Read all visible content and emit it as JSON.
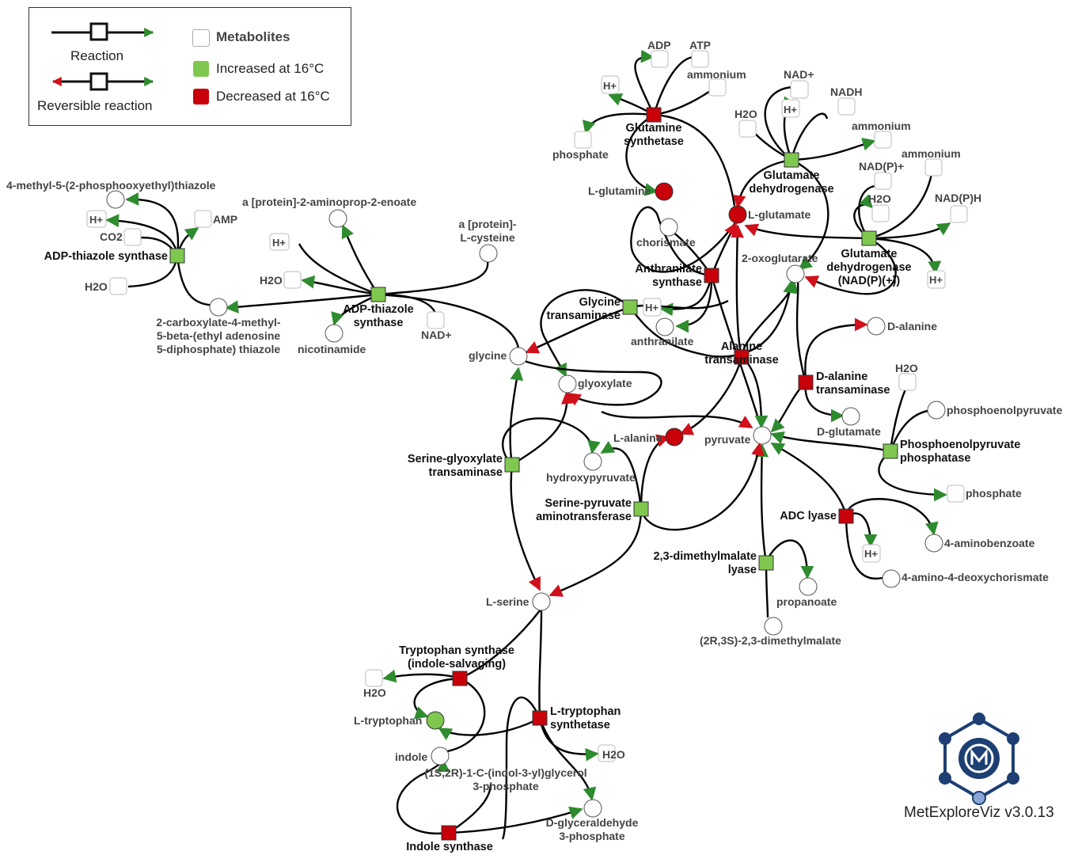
{
  "legend": {
    "reaction": "Reaction",
    "reversible": "Reversible reaction",
    "metabolites": "Metabolites",
    "increased": "Increased at 16°C",
    "decreased": "Decreased at 16°C"
  },
  "colors": {
    "increased": "#7ec850",
    "decreased": "#c8000a",
    "neutral": "#ffffff",
    "edge": "#000000",
    "arrow_green": "#2e8b2e",
    "arrow_red": "#d0101a",
    "logo": "#1d3f73"
  },
  "branding": {
    "version": "MetExploreViz v3.0.13",
    "logo_icon": "metexploreviz-logo-icon"
  },
  "metabolites": {
    "adp": "ADP",
    "atp": "ATP",
    "ammonium_top": "ammonium",
    "hplus_gs": "H+",
    "phosphate_gs": "phosphate",
    "nadplus": "NAD+",
    "nadh": "NADH",
    "h2o_gdh": "H2O",
    "hplus_gdh": "H+",
    "ammonium_gdh": "ammonium",
    "ammonium_gdh2": "ammonium",
    "nadpplus": "NAD(P)+",
    "h2o_gdh2": "H2O",
    "nadph": "NAD(P)H",
    "hplus_gdh2": "H+",
    "l_glutamine": "L-glutamine",
    "l_glutamate": "L-glutamate",
    "chorismate": "chorismate",
    "oxoglutarate": "2-oxoglutarate",
    "hplus_gt": "H+",
    "anthranilate": "anthranilate",
    "d_alanine": "D-alanine",
    "h2o_pep": "H2O",
    "phosphoenolpyruvate": "phosphoenolpyruvate",
    "d_glutamate": "D-glutamate",
    "pyruvate": "pyruvate",
    "l_alanine": "L-alanine",
    "glyoxylate": "glyoxylate",
    "glycine": "glycine",
    "hydroxypyruvate": "hydroxypyruvate",
    "phosphate_pep": "phosphate",
    "aminobenzoate": "4-aminobenzoate",
    "hplus_adc": "H+",
    "aminodeoxychorismate": "4-amino-4-deoxychorismate",
    "propanoate": "propanoate",
    "dimethylmalate": "(2R,3S)-2,3-dimethylmalate",
    "l_serine": "L-serine",
    "h2o_ts": "H2O",
    "l_tryptophan": "L-tryptophan",
    "indole": "indole",
    "igp": "(1S,2R)-1-C-(indol-3-yl)glycerol\n3-phosphate",
    "h2o_lts": "H2O",
    "g3p": "D-glyceraldehyde\n3-phosphate",
    "thiazole": "4-methyl-5-(2-phosphooxyethyl)thiazole",
    "hplus_at": "H+",
    "amp": "AMP",
    "co2": "CO2",
    "h2o_at": "H2O",
    "carboxylate": "2-carboxylate-4-methyl-\n5-beta-(ethyl adenosine\n5-diphosphate) thiazole",
    "aminoprop": "a [protein]-2-aminoprop-2-enoate",
    "hplus_ats": "H+",
    "h2o_ats": "H2O",
    "nicotinamide": "nicotinamide",
    "nadplus_ats": "NAD+",
    "cysteine": "a [protein]-\nL-cysteine"
  },
  "reactions": {
    "glutamine_synthetase": "Glutamine\nsynthetase",
    "glutamate_dh": "Glutamate\ndehydrogenase",
    "glutamate_dh_nadp": "Glutamate\ndehydrogenase\n(NAD(P)(+))",
    "anthranilate_synthase": "Anthranilate\nsynthase",
    "glycine_transaminase": "Glycine\ntransaminase",
    "alanine_transaminase": "Alanine\ntransaminase",
    "d_alanine_transaminase": "D-alanine\ntransaminase",
    "pep_phosphatase": "Phosphoenolpyruvate\nphosphatase",
    "adc_lyase": "ADC lyase",
    "dimethylmalate_lyase": "2,3-dimethylmalate\nlyase",
    "serine_glyoxylate_transaminase": "Serine-glyoxylate\ntransaminase",
    "serine_pyruvate_aminotransferase": "Serine-pyruvate\naminotransferase",
    "tryptophan_synthase_indole": "Tryptophan synthase\n(indole-salvaging)",
    "l_tryptophan_synthetase": "L-tryptophan\nsynthetase",
    "indole_synthase": "Indole synthase",
    "adp_thiazole_synthase_left": "ADP-thiazole synthase",
    "adp_thiazole_synthase_mid": "ADP-thiazole\nsynthase"
  }
}
